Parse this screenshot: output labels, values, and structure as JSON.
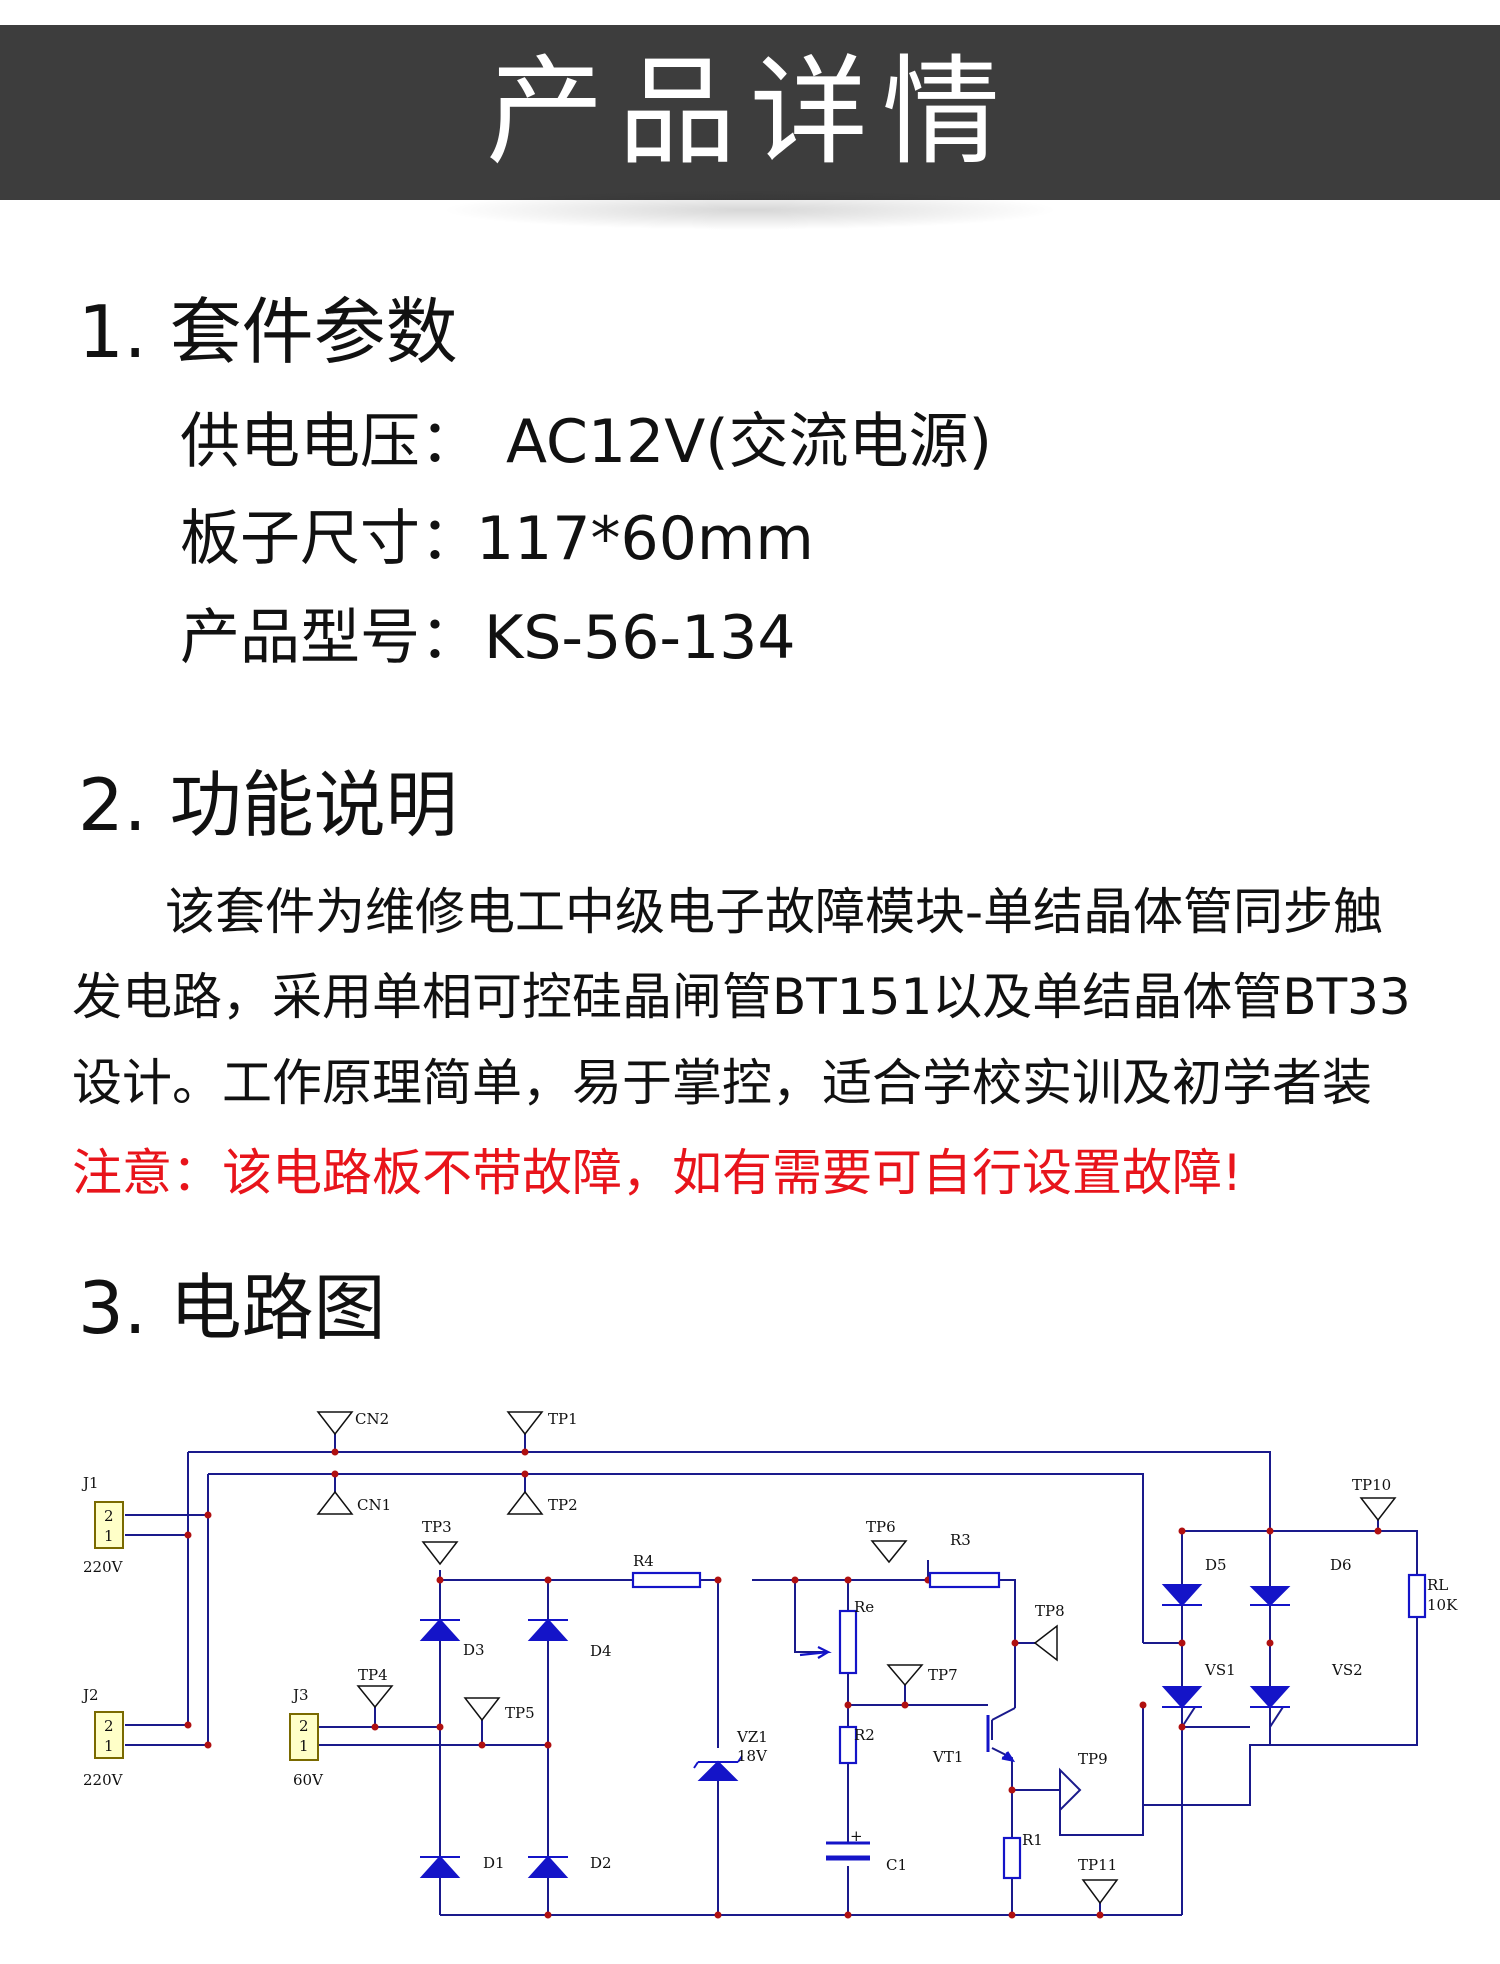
{
  "banner": {
    "title": "产品详情"
  },
  "section1": {
    "heading": "1. 套件参数",
    "rows": [
      {
        "label": "供电电压：",
        "value": "AC12V(交流电源)"
      },
      {
        "label": "板子尺寸：",
        "value": "117*60mm"
      },
      {
        "label": "产品型号：",
        "value": "KS-56-134"
      }
    ]
  },
  "section2": {
    "heading": "2. 功能说明",
    "lines": [
      "该套件为维修电工中级电子故障模块-单结晶体管同步触",
      "发电路，采用单相可控硅晶闸管BT151以及单结晶体管BT33",
      "设计。工作原理简单，易于掌控，适合学校实训及初学者装"
    ],
    "notice": "注意：该电路板不带故障，如有需要可自行设置故障!"
  },
  "section3": {
    "heading": "3. 电路图",
    "labels": {
      "J1": "J1",
      "J2": "J2",
      "J3": "J3",
      "pin2": "2",
      "pin1": "1",
      "v220a": "220V",
      "v220b": "220V",
      "v60": "60V",
      "CN1": "CN1",
      "CN2": "CN2",
      "TP1": "TP1",
      "TP2": "TP2",
      "TP3": "TP3",
      "TP4": "TP4",
      "TP5": "TP5",
      "TP6": "TP6",
      "TP7": "TP7",
      "TP8": "TP8",
      "TP9": "TP9",
      "TP10": "TP10",
      "TP11": "TP11",
      "D1": "D1",
      "D2": "D2",
      "D3": "D3",
      "D4": "D4",
      "D5": "D5",
      "D6": "D6",
      "R1": "R1",
      "R2": "R2",
      "R3": "R3",
      "R4": "R4",
      "Re": "Re",
      "VZ1": "VZ1",
      "VZ1v": "18V",
      "C1": "C1",
      "cplus": "+",
      "VT1": "VT1",
      "VS1": "VS1",
      "VS2": "VS2",
      "RL": "RL",
      "RLv": "10K"
    }
  },
  "colors": {
    "banner": "#3d3d3d",
    "notice": "#e8141b",
    "wire": "#1a1a8c",
    "component": "#1414c8",
    "connector": "#ffffc8"
  }
}
